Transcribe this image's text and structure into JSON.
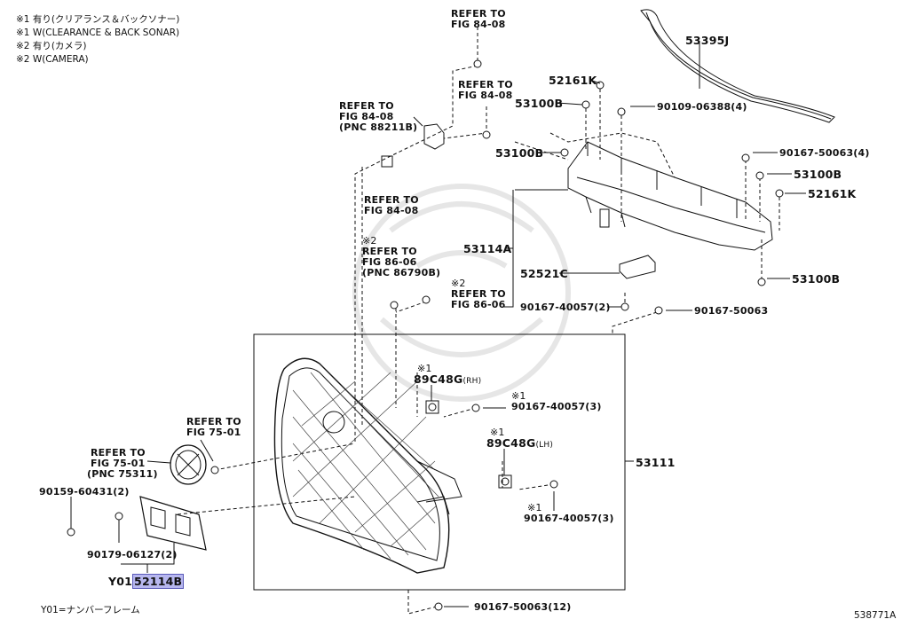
{
  "notes": {
    "n1": "※1 有り(クリアランス＆バックソナー)",
    "n2": "※1 W(CLEARANCE & BACK SONAR)",
    "n3": "※2 有り(カメラ)",
    "n4": "※2 W(CAMERA)",
    "y01": "Y01=ナンバーフレーム",
    "diagram_id": "538771A"
  },
  "refs": {
    "fig8408_top_l1": "REFER TO",
    "fig8408_top_l2": "FIG 84-08",
    "fig8408_right_l1": "REFER TO",
    "fig8408_right_l2": "FIG 84-08",
    "fig8408_left_l1": "REFER TO",
    "fig8408_left_l2": "FIG 84-08",
    "fig8408_left_l3": "(PNC 88211B)",
    "fig8408_low_l1": "REFER TO",
    "fig8408_low_l2": "FIG 84-08",
    "cam_mark": "※2",
    "fig8606a_l1": "REFER TO",
    "fig8606a_l2": "FIG 86-06",
    "fig8606a_l3": "(PNC 86790B)",
    "cam_mark2": "※2",
    "fig8606b_l1": "REFER TO",
    "fig8606b_l2": "FIG 86-06",
    "fig7501a_l1": "REFER TO",
    "fig7501a_l2": "FIG 75-01",
    "fig7501b_l1": "REFER TO",
    "fig7501b_l2": "FIG 75-01",
    "fig7501b_l3": "(PNC 75311)"
  },
  "parts": {
    "p53395J": "53395J",
    "p52161K_top": "52161K",
    "p53100B_a": "53100B",
    "p90109": "90109-06388(4)",
    "p53100B_b": "53100B",
    "p90167_50063_4": "90167-50063(4)",
    "p53100B_c": "53100B",
    "p52161K_r": "52161K",
    "p53114A": "53114A",
    "p52521C": "52521C",
    "p53100B_d": "53100B",
    "p90167_40057_2": "90167-40057(2)",
    "p90167_50063": "90167-50063",
    "mark1_rh": "※1",
    "p89C48G_rh": "89C48G",
    "rh": "(RH)",
    "mark1_a": "※1",
    "p90167_40057_3a": "90167-40057(3)",
    "mark1_lh": "※1",
    "p89C48G_lh": "89C48G",
    "lh": "(LH)",
    "p53111": "53111",
    "mark1_b": "※1",
    "p90167_40057_3b": "90167-40057(3)",
    "p90159": "90159-60431(2)",
    "p90179": "90179-06127(2)",
    "y01_prefix": "Y01",
    "p52114B": "52114B",
    "p90167_50063_12": "90167-50063(12)"
  }
}
